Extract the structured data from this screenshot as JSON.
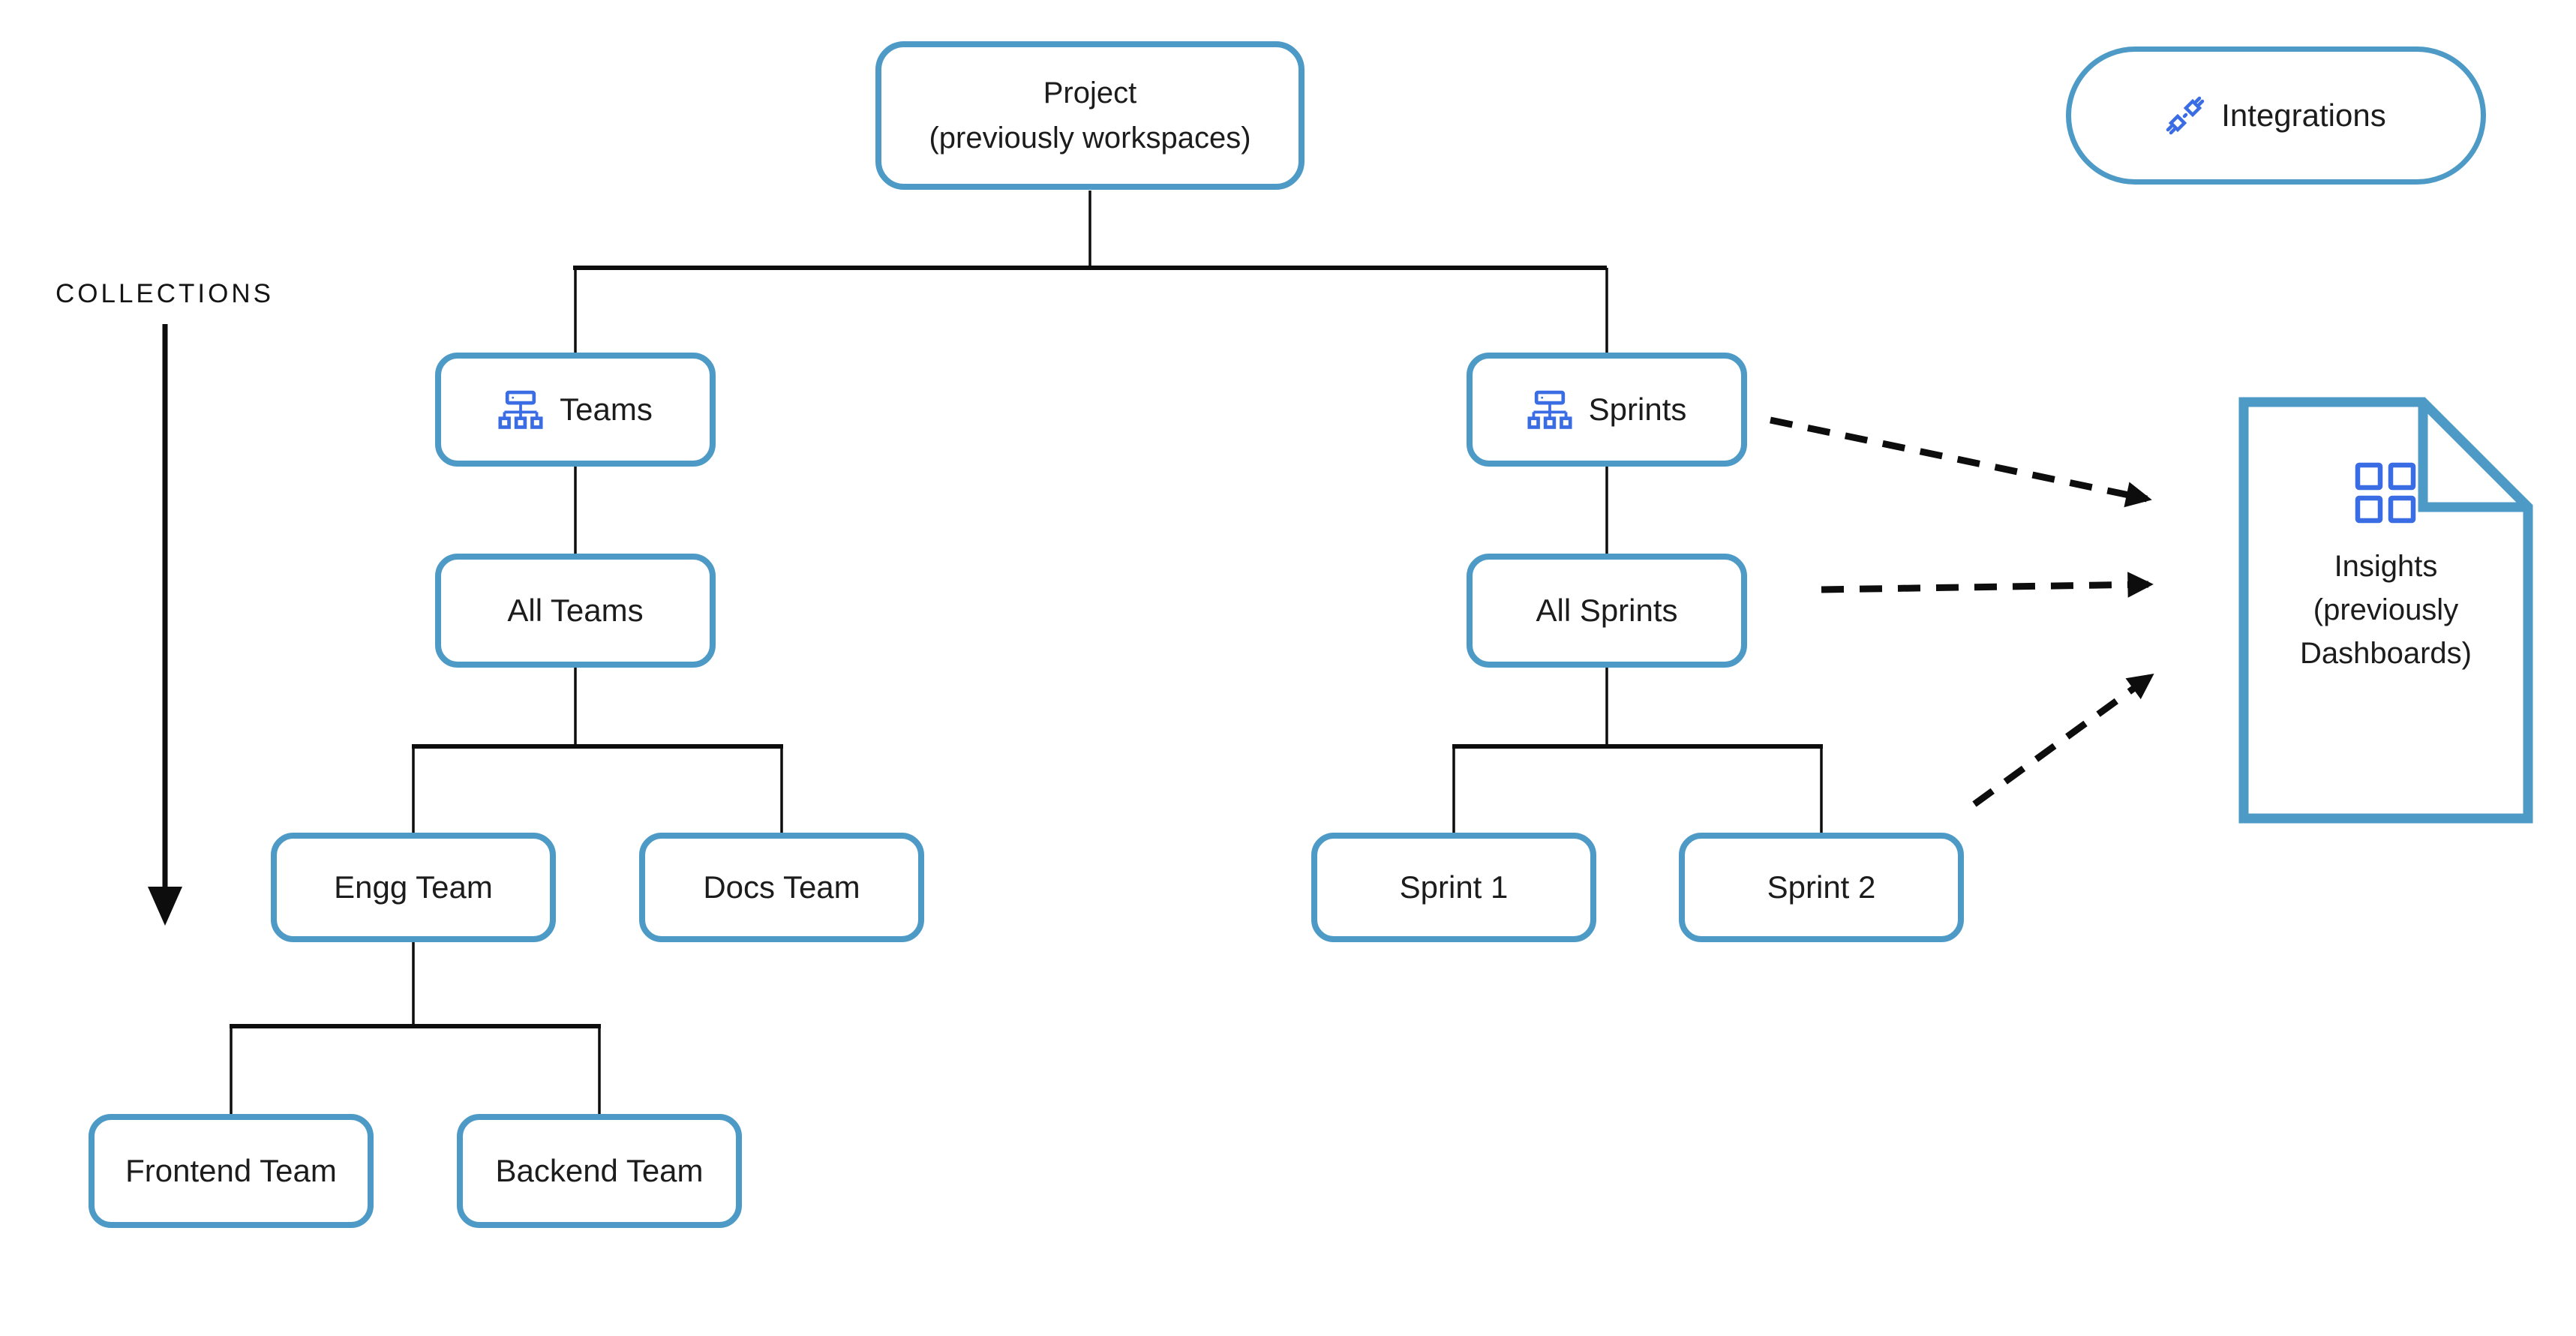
{
  "colors": {
    "box_border": "#4d9ac7",
    "icon_blue": "#3a6ce4",
    "line_black": "#0d0d0d",
    "text": "#1c1c1c",
    "background": "#ffffff"
  },
  "collections": {
    "label": "COLLECTIONS"
  },
  "integrations": {
    "label": "Integrations",
    "icon": "plug-connection-icon"
  },
  "nodes": {
    "project": {
      "lines": [
        "Project",
        "(previously workspaces)"
      ]
    },
    "teams": {
      "label": "Teams",
      "icon": "org-hierarchy-icon"
    },
    "sprints": {
      "label": "Sprints",
      "icon": "org-hierarchy-icon"
    },
    "all_teams": {
      "label": "All Teams"
    },
    "all_sprints": {
      "label": "All Sprints"
    },
    "engg_team": {
      "label": "Engg Team"
    },
    "docs_team": {
      "label": "Docs Team"
    },
    "sprint_1": {
      "label": "Sprint 1"
    },
    "sprint_2": {
      "label": "Sprint 2"
    },
    "frontend_team": {
      "label": "Frontend Team"
    },
    "backend_team": {
      "label": "Backend Team"
    },
    "insights": {
      "lines": [
        "Insights",
        "(previously",
        "Dashboards)"
      ],
      "icon": "dashboard-grid-icon",
      "shape": "document-with-folded-corner"
    }
  },
  "edges": {
    "solid": [
      {
        "from": "project",
        "to": "teams"
      },
      {
        "from": "project",
        "to": "sprints"
      },
      {
        "from": "teams",
        "to": "all_teams"
      },
      {
        "from": "all_teams",
        "to": "engg_team"
      },
      {
        "from": "all_teams",
        "to": "docs_team"
      },
      {
        "from": "engg_team",
        "to": "frontend_team"
      },
      {
        "from": "engg_team",
        "to": "backend_team"
      },
      {
        "from": "sprints",
        "to": "all_sprints"
      },
      {
        "from": "all_sprints",
        "to": "sprint_1"
      },
      {
        "from": "all_sprints",
        "to": "sprint_2"
      }
    ],
    "dashed_arrows": [
      {
        "from": "sprints",
        "to": "insights"
      },
      {
        "from": "all_sprints",
        "to": "insights"
      },
      {
        "from": "sprint_2",
        "to": "insights"
      }
    ],
    "annotation_arrow": {
      "label": "COLLECTIONS",
      "direction": "down"
    }
  }
}
